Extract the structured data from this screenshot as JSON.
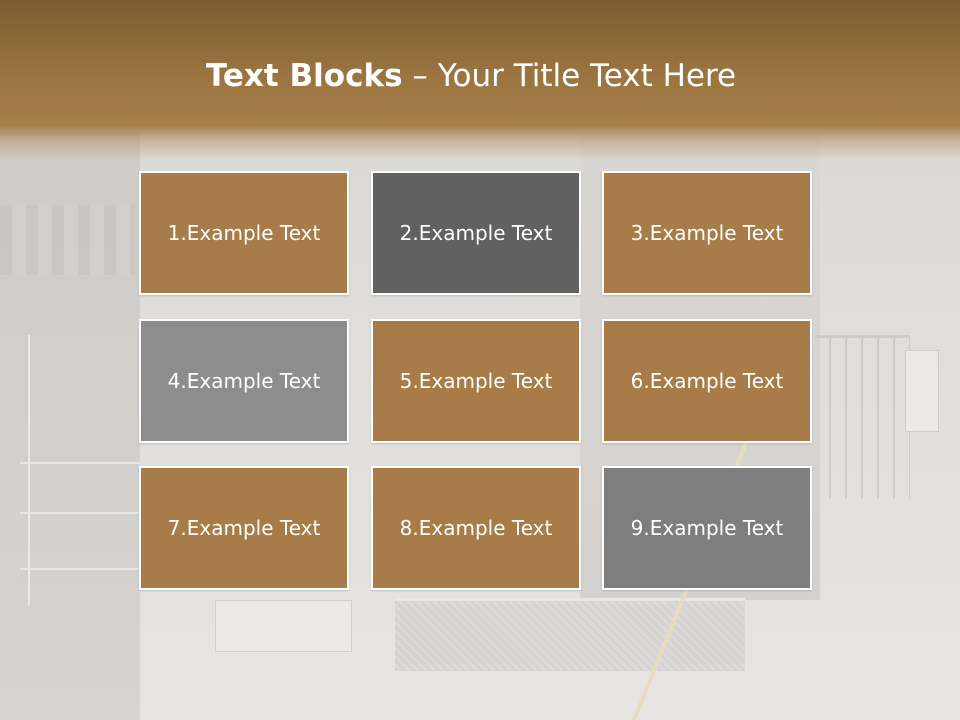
{
  "title": {
    "bold": "Text Blocks",
    "separator": " – ",
    "rest": "Your Title Text Here"
  },
  "colors": {
    "brown": "#a87c48",
    "dark_gray": "#616161",
    "mid_gray": "#8d8d8d",
    "gray": "#7e7e7e"
  },
  "blocks": [
    {
      "label": "1.Example Text",
      "color": "#a87c48"
    },
    {
      "label": "2.Example Text",
      "color": "#616161"
    },
    {
      "label": "3.Example Text",
      "color": "#a87c48"
    },
    {
      "label": "4.Example Text",
      "color": "#8d8d8d"
    },
    {
      "label": "5.Example Text",
      "color": "#a87c48"
    },
    {
      "label": "6.Example Text",
      "color": "#a87c48"
    },
    {
      "label": "7.Example Text",
      "color": "#a87c48"
    },
    {
      "label": "8.Example Text",
      "color": "#a87c48"
    },
    {
      "label": "9.Example Text",
      "color": "#7e7e7e"
    }
  ]
}
